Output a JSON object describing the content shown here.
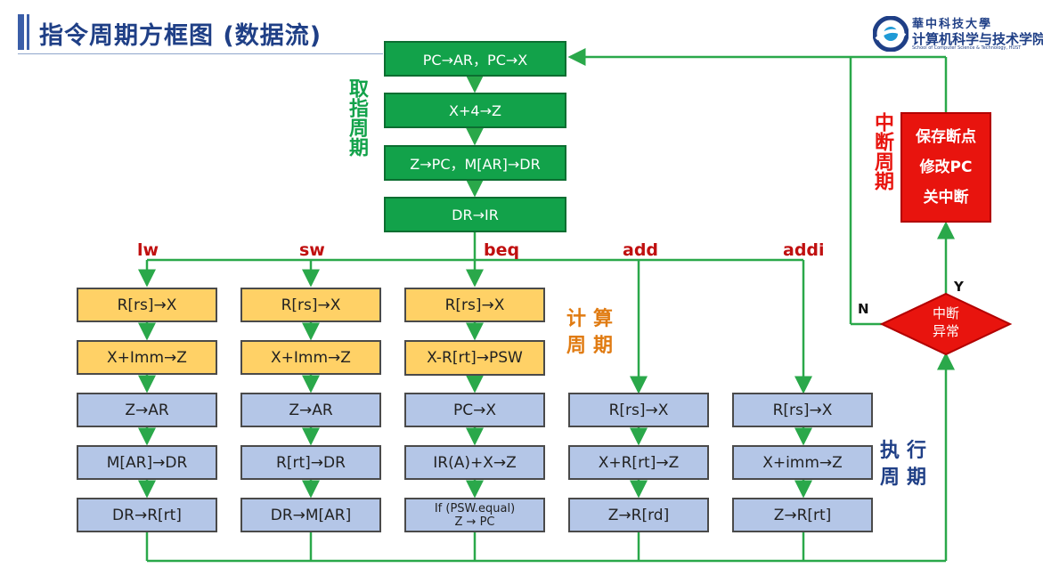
{
  "title": "指令周期方框图 (数据流)",
  "logo": {
    "line1": "華中科技大學",
    "line2": "计算机科学与技术学院",
    "line3": "School of Computer Science & Technology, HUST"
  },
  "fetch": {
    "label": "取指周期",
    "steps": [
      "PC→AR，PC→X",
      "X+4→Z",
      "Z→PC，M[AR]→DR",
      "DR→IR"
    ]
  },
  "branches": [
    "lw",
    "sw",
    "beq",
    "add",
    "addi"
  ],
  "compute_label": "计算周期",
  "exec_label": "执行周期",
  "interrupt_label": "中断周期",
  "columns": {
    "lw": [
      "R[rs]→X",
      "X+Imm→Z",
      "Z→AR",
      "M[AR]→DR",
      "DR→R[rt]"
    ],
    "sw": [
      "R[rs]→X",
      "X+Imm→Z",
      "Z→AR",
      "R[rt]→DR",
      "DR→M[AR]"
    ],
    "beq": [
      "R[rs]→X",
      "X-R[rt]→PSW",
      "PC→X",
      "IR(A)+X→Z",
      "If (PSW.equal)",
      "Z → PC"
    ],
    "add": [
      "R[rs]→X",
      "X+R[rt]→Z",
      "Z→R[rd]"
    ],
    "addi": [
      "R[rs]→X",
      "X+imm→Z",
      "Z→R[rt]"
    ]
  },
  "interrupt_box": [
    "保存断点",
    "修改PC",
    "关中断"
  ],
  "decision": {
    "line1": "中断",
    "line2": "异常",
    "yes": "Y",
    "no": "N"
  },
  "colors": {
    "fetch": "#12a24a",
    "compute": "#ffd166",
    "execute": "#b4c6e7",
    "interrupt": "#e8140e",
    "line": "#2aa84a"
  }
}
